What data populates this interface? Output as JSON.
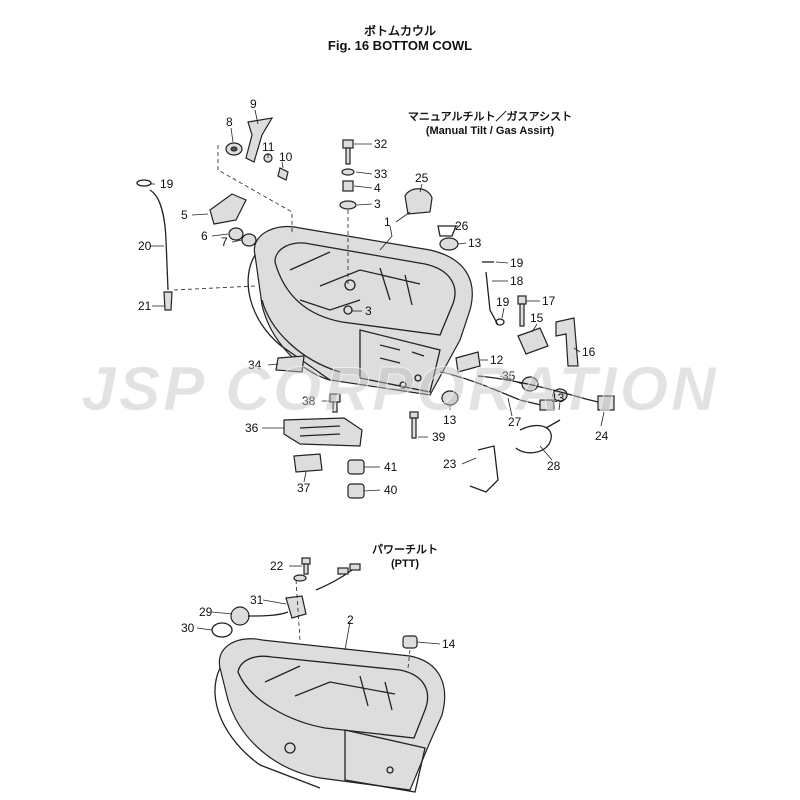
{
  "header": {
    "title_jp": "ボトムカウル",
    "title_en": "Fig. 16   BOTTOM COWL"
  },
  "sections": {
    "manual": {
      "label_jp": "マニュアルチルト／ガスアシスト",
      "label_en": "(Manual Tilt / Gas Assirt)"
    },
    "ptt": {
      "label_jp": "パワーチルト",
      "label_en": "(PTT)"
    }
  },
  "watermark": {
    "text": "JSP CORPORATION"
  },
  "callouts": [
    {
      "id": "c9",
      "label": "9"
    },
    {
      "id": "c8",
      "label": "8"
    },
    {
      "id": "c11",
      "label": "11"
    },
    {
      "id": "c10",
      "label": "10"
    },
    {
      "id": "c32",
      "label": "32"
    },
    {
      "id": "c33",
      "label": "33"
    },
    {
      "id": "c4",
      "label": "4"
    },
    {
      "id": "c3a",
      "label": "3"
    },
    {
      "id": "c19a",
      "label": "19"
    },
    {
      "id": "c25",
      "label": "25"
    },
    {
      "id": "c5",
      "label": "5"
    },
    {
      "id": "c26",
      "label": "26"
    },
    {
      "id": "c6",
      "label": "6"
    },
    {
      "id": "c7",
      "label": "7"
    },
    {
      "id": "c1",
      "label": "1"
    },
    {
      "id": "c13a",
      "label": "13"
    },
    {
      "id": "c20",
      "label": "20"
    },
    {
      "id": "c19b",
      "label": "19"
    },
    {
      "id": "c18",
      "label": "18"
    },
    {
      "id": "c19c",
      "label": "19"
    },
    {
      "id": "c17",
      "label": "17"
    },
    {
      "id": "c21",
      "label": "21"
    },
    {
      "id": "c3b",
      "label": "3"
    },
    {
      "id": "c15",
      "label": "15"
    },
    {
      "id": "c16",
      "label": "16"
    },
    {
      "id": "c34",
      "label": "34"
    },
    {
      "id": "c12",
      "label": "12"
    },
    {
      "id": "c35",
      "label": "35"
    },
    {
      "id": "c38",
      "label": "38"
    },
    {
      "id": "c13b",
      "label": "13"
    },
    {
      "id": "c13c",
      "label": "13"
    },
    {
      "id": "c27",
      "label": "27"
    },
    {
      "id": "c24",
      "label": "24"
    },
    {
      "id": "c36",
      "label": "36"
    },
    {
      "id": "c39",
      "label": "39"
    },
    {
      "id": "c23",
      "label": "23"
    },
    {
      "id": "c28",
      "label": "28"
    },
    {
      "id": "c41",
      "label": "41"
    },
    {
      "id": "c37",
      "label": "37"
    },
    {
      "id": "c40",
      "label": "40"
    },
    {
      "id": "c22",
      "label": "22"
    },
    {
      "id": "c31",
      "label": "31"
    },
    {
      "id": "c29",
      "label": "29"
    },
    {
      "id": "c2",
      "label": "2"
    },
    {
      "id": "c30",
      "label": "30"
    },
    {
      "id": "c14",
      "label": "14"
    }
  ]
}
